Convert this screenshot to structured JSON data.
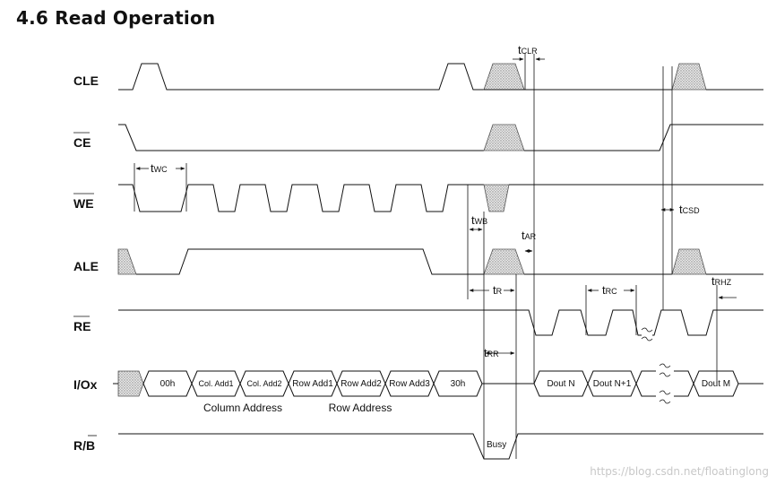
{
  "title": "4.6 Read Operation",
  "signals": {
    "cle": "CLE",
    "ce": "CE",
    "we": "WE",
    "ale": "ALE",
    "re": "RE",
    "io": "I/Ox",
    "rb_r": "R/",
    "rb_b": "B"
  },
  "bus": [
    "00h",
    "Col. Add1",
    "Col. Add2",
    "Row Add1",
    "Row Add2",
    "Row Add3",
    "30h"
  ],
  "captions": {
    "column_address": "Column Address",
    "row_address": "Row Address"
  },
  "data_out": {
    "first": "Dout N",
    "second": "Dout N+1",
    "last": "Dout M"
  },
  "busy": "Busy",
  "timing": {
    "twc": {
      "t": "t",
      "sub": "WC"
    },
    "tclr": {
      "t": "t",
      "sub": "CLR"
    },
    "twb": {
      "t": "t",
      "sub": "WB"
    },
    "tar": {
      "t": "t",
      "sub": "AR"
    },
    "tr": {
      "t": "t",
      "sub": "R"
    },
    "trr": {
      "t": "t",
      "sub": "RR"
    },
    "trc": {
      "t": "t",
      "sub": "RC"
    },
    "tcsd": {
      "t": "t",
      "sub": "CSD"
    },
    "trhz": {
      "t": "t",
      "sub": "RHZ"
    }
  },
  "watermark": "https://blog.csdn.net/floatinglong"
}
